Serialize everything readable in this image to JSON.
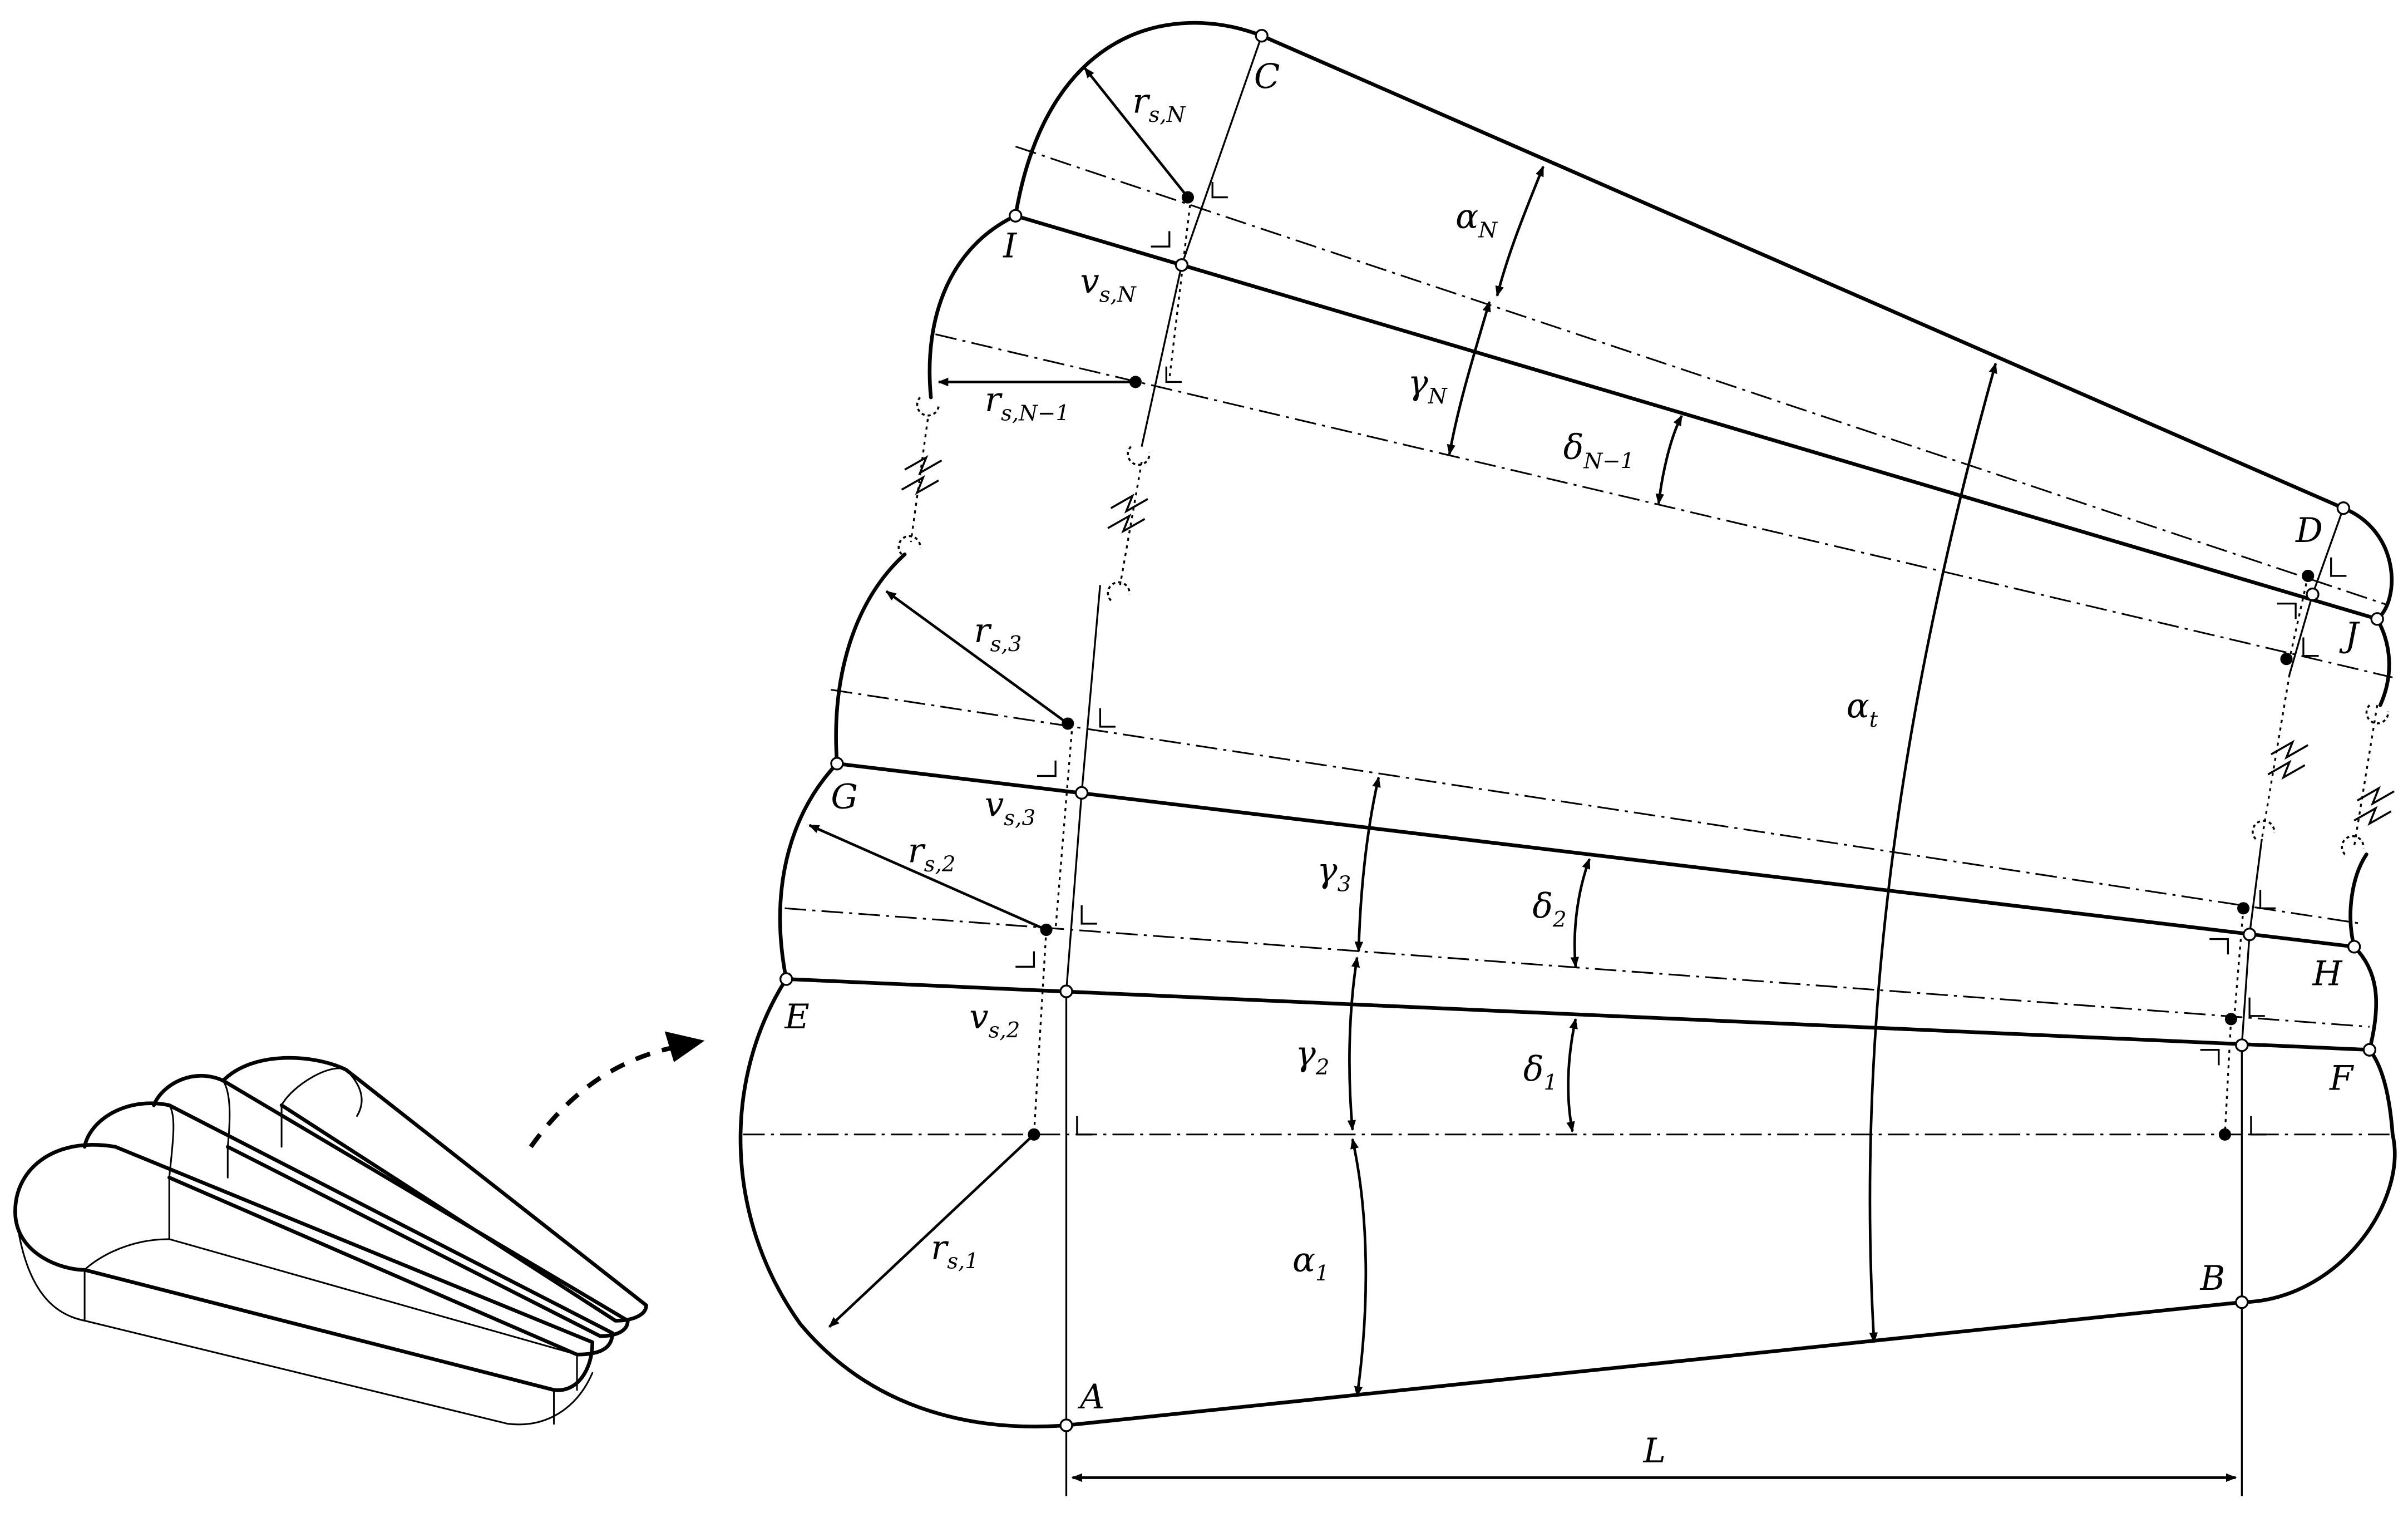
{
  "points": {
    "A": "A",
    "B": "B",
    "C": "C",
    "D": "D",
    "E": "E",
    "F": "F",
    "G": "G",
    "H": "H",
    "I": "I",
    "J": "J"
  },
  "dimensions": {
    "L": "L",
    "alpha_1": {
      "base": "α",
      "sub": "1"
    },
    "alpha_N": {
      "base": "α",
      "sub": "N"
    },
    "alpha_t": {
      "base": "α",
      "sub": "t"
    },
    "gamma_2": {
      "base": "γ",
      "sub": "2"
    },
    "gamma_3": {
      "base": "γ",
      "sub": "3"
    },
    "gamma_N": {
      "base": "γ",
      "sub": "N"
    },
    "delta_1": {
      "base": "δ",
      "sub": "1"
    },
    "delta_2": {
      "base": "δ",
      "sub": "2"
    },
    "delta_Nm1": {
      "base": "δ",
      "sub": "N−1"
    }
  },
  "radii": {
    "r_s1": {
      "base": "r",
      "sub": "s,1"
    },
    "r_s2": {
      "base": "r",
      "sub": "s,2"
    },
    "r_s3": {
      "base": "r",
      "sub": "s,3"
    },
    "r_sNm1": {
      "base": "r",
      "sub": "s,N−1"
    },
    "r_sN": {
      "base": "r",
      "sub": "s,N"
    }
  },
  "offsets": {
    "v_s2": {
      "base": "v",
      "sub": "s,2"
    },
    "v_s3": {
      "base": "v",
      "sub": "s,3"
    },
    "v_sN": {
      "base": "v",
      "sub": "s,N"
    }
  }
}
